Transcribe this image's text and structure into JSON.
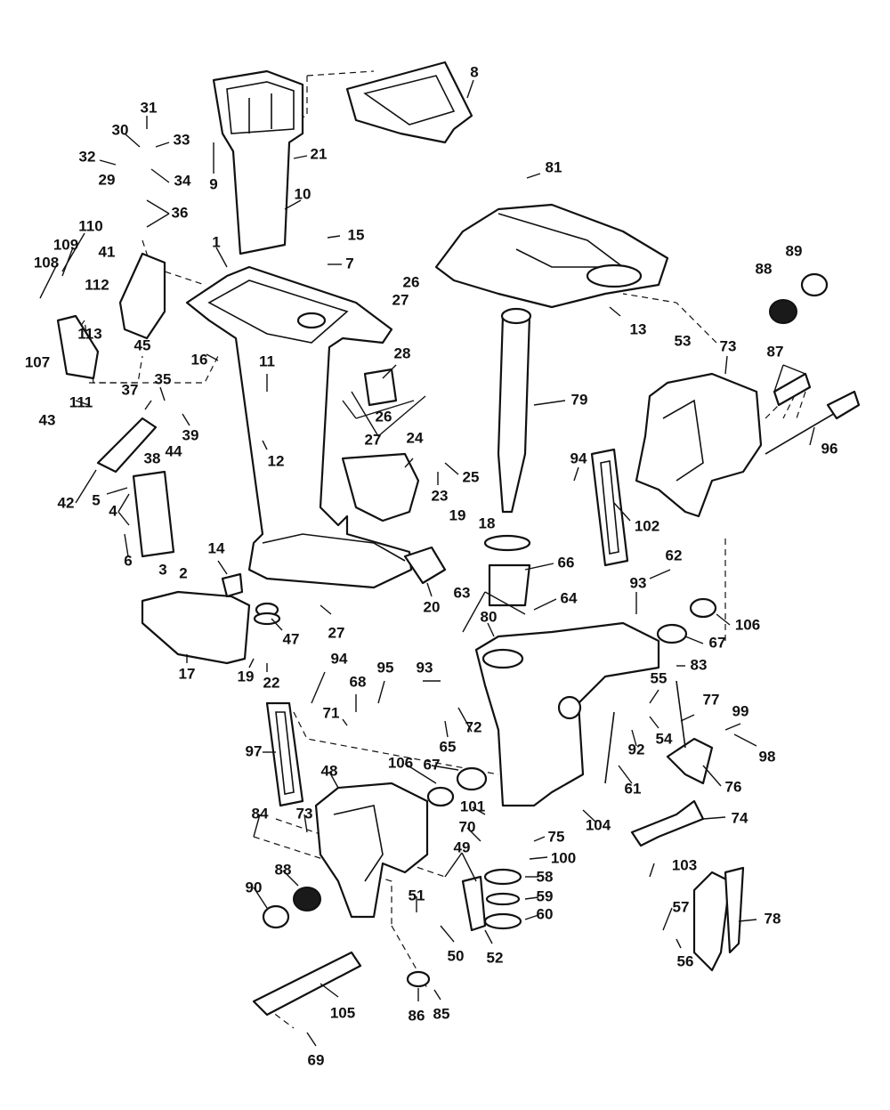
{
  "callouts": [
    {
      "id": "c8",
      "text": "8"
    },
    {
      "id": "c31",
      "text": "31"
    },
    {
      "id": "c30",
      "text": "30"
    },
    {
      "id": "c33",
      "text": "33"
    },
    {
      "id": "c32",
      "text": "32"
    },
    {
      "id": "c34",
      "text": "34"
    },
    {
      "id": "c29",
      "text": "29"
    },
    {
      "id": "c36",
      "text": "36"
    },
    {
      "id": "c21",
      "text": "21"
    },
    {
      "id": "c9",
      "text": "9"
    },
    {
      "id": "c10",
      "text": "10"
    },
    {
      "id": "c81",
      "text": "81"
    },
    {
      "id": "c110",
      "text": "110"
    },
    {
      "id": "c109",
      "text": "109"
    },
    {
      "id": "c108",
      "text": "108"
    },
    {
      "id": "c41",
      "text": "41"
    },
    {
      "id": "c1",
      "text": "1"
    },
    {
      "id": "c15",
      "text": "15"
    },
    {
      "id": "c7",
      "text": "7"
    },
    {
      "id": "c89",
      "text": "89"
    },
    {
      "id": "c88a",
      "text": "88"
    },
    {
      "id": "c112",
      "text": "112"
    },
    {
      "id": "c26a",
      "text": "26"
    },
    {
      "id": "c27a",
      "text": "27"
    },
    {
      "id": "c113",
      "text": "113"
    },
    {
      "id": "c45",
      "text": "45"
    },
    {
      "id": "c107",
      "text": "107"
    },
    {
      "id": "c13",
      "text": "13"
    },
    {
      "id": "c53",
      "text": "53"
    },
    {
      "id": "c73a",
      "text": "73"
    },
    {
      "id": "c16",
      "text": "16"
    },
    {
      "id": "c11",
      "text": "11"
    },
    {
      "id": "c28",
      "text": "28"
    },
    {
      "id": "c87",
      "text": "87"
    },
    {
      "id": "c43",
      "text": "43"
    },
    {
      "id": "c111",
      "text": "111"
    },
    {
      "id": "c37",
      "text": "37"
    },
    {
      "id": "c35",
      "text": "35"
    },
    {
      "id": "c26b",
      "text": "26"
    },
    {
      "id": "c79",
      "text": "79"
    },
    {
      "id": "c39",
      "text": "39"
    },
    {
      "id": "c27b",
      "text": "27"
    },
    {
      "id": "c44",
      "text": "44"
    },
    {
      "id": "c38",
      "text": "38"
    },
    {
      "id": "c12",
      "text": "12"
    },
    {
      "id": "c24",
      "text": "24"
    },
    {
      "id": "c96",
      "text": "96"
    },
    {
      "id": "c94a",
      "text": "94"
    },
    {
      "id": "c42",
      "text": "42"
    },
    {
      "id": "c5",
      "text": "5"
    },
    {
      "id": "c4",
      "text": "4"
    },
    {
      "id": "c25",
      "text": "25"
    },
    {
      "id": "c23",
      "text": "23"
    },
    {
      "id": "c19a",
      "text": "19"
    },
    {
      "id": "c18",
      "text": "18"
    },
    {
      "id": "c102",
      "text": "102"
    },
    {
      "id": "c6",
      "text": "6"
    },
    {
      "id": "c14",
      "text": "14"
    },
    {
      "id": "c3",
      "text": "3"
    },
    {
      "id": "c2",
      "text": "2"
    },
    {
      "id": "c66",
      "text": "66"
    },
    {
      "id": "c62",
      "text": "62"
    },
    {
      "id": "c63",
      "text": "63"
    },
    {
      "id": "c93a",
      "text": "93"
    },
    {
      "id": "c20",
      "text": "20"
    },
    {
      "id": "c64",
      "text": "64"
    },
    {
      "id": "c47",
      "text": "47"
    },
    {
      "id": "c27c",
      "text": "27"
    },
    {
      "id": "c80",
      "text": "80"
    },
    {
      "id": "c106a",
      "text": "106"
    },
    {
      "id": "c67a",
      "text": "67"
    },
    {
      "id": "c17",
      "text": "17"
    },
    {
      "id": "c19b",
      "text": "19"
    },
    {
      "id": "c22",
      "text": "22"
    },
    {
      "id": "c94b",
      "text": "94"
    },
    {
      "id": "c95",
      "text": "95"
    },
    {
      "id": "c93b",
      "text": "93"
    },
    {
      "id": "c68",
      "text": "68"
    },
    {
      "id": "c83",
      "text": "83"
    },
    {
      "id": "c55",
      "text": "55"
    },
    {
      "id": "c71",
      "text": "71"
    },
    {
      "id": "c77",
      "text": "77"
    },
    {
      "id": "c72",
      "text": "72"
    },
    {
      "id": "c65",
      "text": "65"
    },
    {
      "id": "c99",
      "text": "99"
    },
    {
      "id": "c54",
      "text": "54"
    },
    {
      "id": "c97",
      "text": "97"
    },
    {
      "id": "c106b",
      "text": "106"
    },
    {
      "id": "c67b",
      "text": "67"
    },
    {
      "id": "c92",
      "text": "92"
    },
    {
      "id": "c98",
      "text": "98"
    },
    {
      "id": "c48",
      "text": "48"
    },
    {
      "id": "c76",
      "text": "76"
    },
    {
      "id": "c61",
      "text": "61"
    },
    {
      "id": "c101",
      "text": "101"
    },
    {
      "id": "c84",
      "text": "84"
    },
    {
      "id": "c73b",
      "text": "73"
    },
    {
      "id": "c104",
      "text": "104"
    },
    {
      "id": "c74",
      "text": "74"
    },
    {
      "id": "c70",
      "text": "70"
    },
    {
      "id": "c75",
      "text": "75"
    },
    {
      "id": "c49",
      "text": "49"
    },
    {
      "id": "c100",
      "text": "100"
    },
    {
      "id": "c103",
      "text": "103"
    },
    {
      "id": "c88b",
      "text": "88"
    },
    {
      "id": "c90",
      "text": "90"
    },
    {
      "id": "c58",
      "text": "58"
    },
    {
      "id": "c51",
      "text": "51"
    },
    {
      "id": "c59",
      "text": "59"
    },
    {
      "id": "c57",
      "text": "57"
    },
    {
      "id": "c60",
      "text": "60"
    },
    {
      "id": "c78",
      "text": "78"
    },
    {
      "id": "c50",
      "text": "50"
    },
    {
      "id": "c52",
      "text": "52"
    },
    {
      "id": "c56",
      "text": "56"
    },
    {
      "id": "c105",
      "text": "105"
    },
    {
      "id": "c86",
      "text": "86"
    },
    {
      "id": "c85",
      "text": "85"
    },
    {
      "id": "c69",
      "text": "69"
    }
  ]
}
